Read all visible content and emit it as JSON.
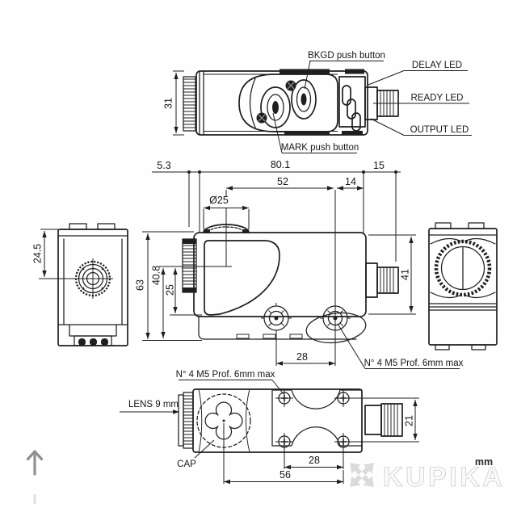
{
  "unit_label": "mm",
  "watermark": {
    "brand": "KUPIKA"
  },
  "top_view": {
    "label_bkgd": "BKGD push button",
    "label_mark": "MARK push button",
    "label_delay": "DELAY LED",
    "label_ready": "READY LED",
    "label_output": "OUTPUT LED",
    "dim_height": "31",
    "dim_front": "5.3",
    "dim_body": "80.1",
    "dim_connector": "15",
    "dim_lens_to_hole": "52",
    "dim_hole_to_end": "14",
    "dim_knob_diameter": "Ø25"
  },
  "front_view": {
    "dim_top_to_lens": "24.5"
  },
  "side_view": {
    "dim_total_height": "63",
    "dim_lens_height": "40.8",
    "dim_base_height": "25",
    "dim_hole_spacing": "28",
    "dim_body_height": "41",
    "note_mounting": "N° 4 M5 Prof. 6mm max"
  },
  "bottom_view": {
    "note_mounting": "N° 4 M5 Prof. 6mm max",
    "label_lens": "LENS 9 mm",
    "label_cap": "CAP",
    "dim_hole_spacing": "28",
    "dim_lens_to_hole": "56",
    "dim_width": "21"
  }
}
